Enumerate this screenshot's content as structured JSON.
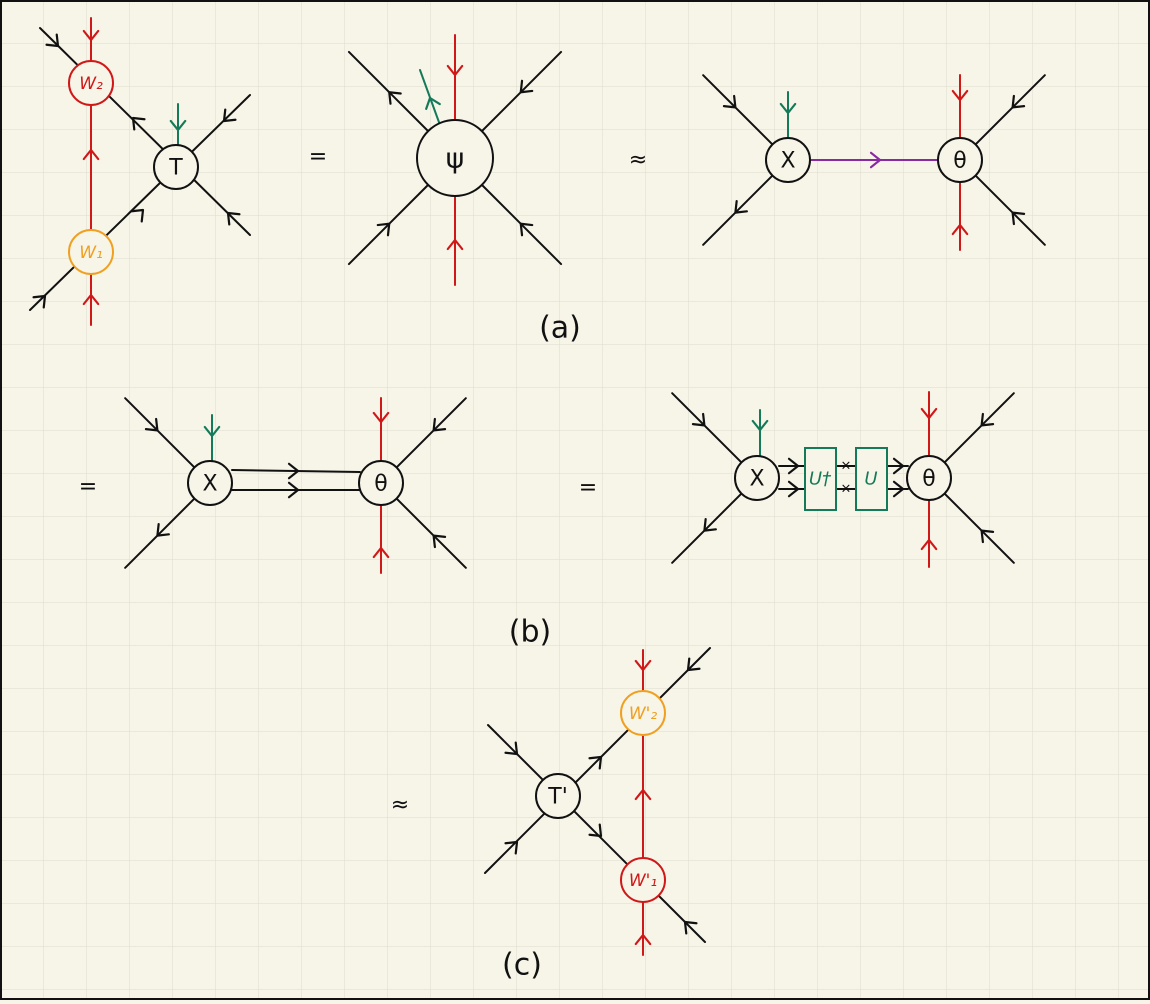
{
  "colors": {
    "paper": "#f7f4e8",
    "grid": "#dcdccc",
    "ink": "#111111",
    "red": "#d01818",
    "orange": "#f0a020",
    "green": "#137a5a",
    "purple": "#8a2aa0"
  },
  "labels": {
    "W2": "W₂",
    "W1": "W₁",
    "T": "T",
    "psi": "ψ",
    "X": "X",
    "theta": "θ",
    "udag": "U†",
    "U": "U",
    "Tprime": "T'",
    "W2prime": "W'₂",
    "W1prime": "W'₁"
  },
  "relations": {
    "equals": "=",
    "approx": "≈"
  },
  "captions": {
    "a": "(a)",
    "b": "(b)",
    "c": "(c)"
  }
}
